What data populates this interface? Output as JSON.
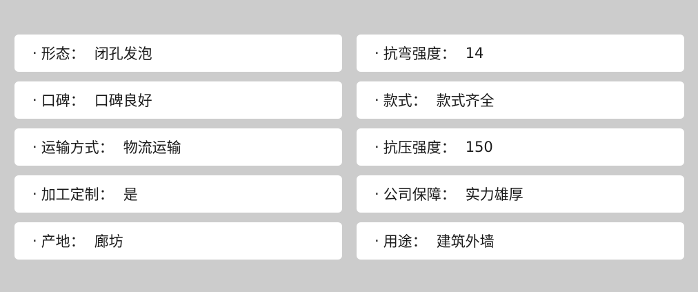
{
  "bullet": "·",
  "separator": "：",
  "specs": [
    {
      "label": "形态",
      "value": "闭孔发泡"
    },
    {
      "label": "抗弯强度",
      "value": "14"
    },
    {
      "label": "口碑",
      "value": "口碑良好"
    },
    {
      "label": "款式",
      "value": "款式齐全"
    },
    {
      "label": "运输方式",
      "value": "物流运输"
    },
    {
      "label": "抗压强度",
      "value": "150"
    },
    {
      "label": "加工定制",
      "value": "是"
    },
    {
      "label": "公司保障",
      "value": "实力雄厚"
    },
    {
      "label": "产地",
      "value": "廊坊"
    },
    {
      "label": "用途",
      "value": "建筑外墙"
    }
  ]
}
